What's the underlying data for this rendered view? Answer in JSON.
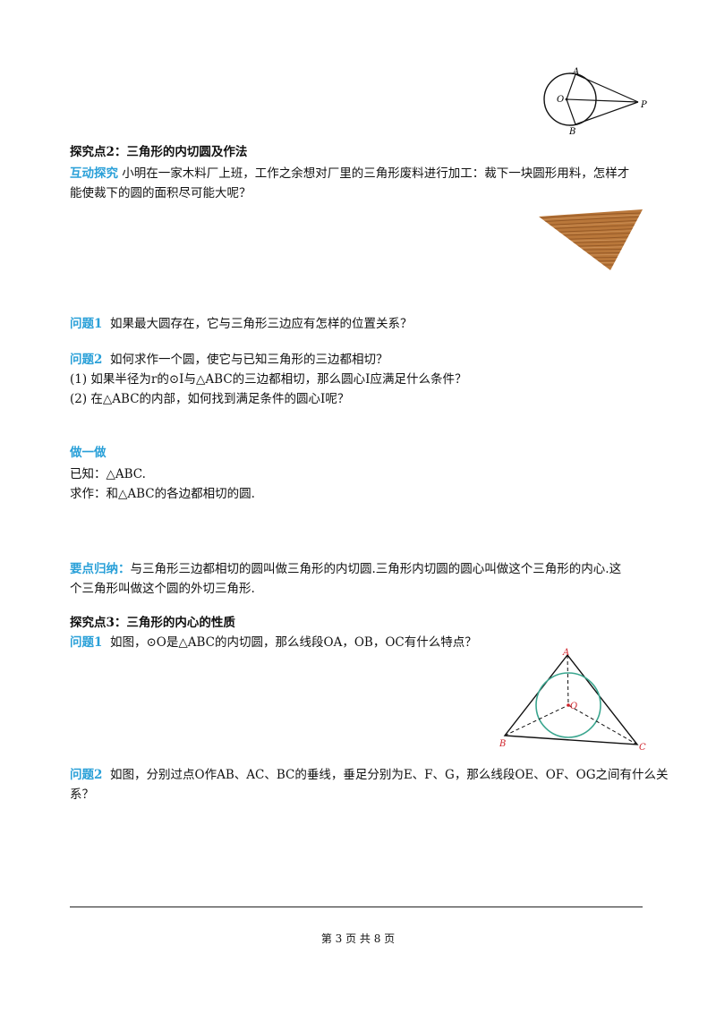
{
  "figures": {
    "tangent": {
      "labels": {
        "A": "A",
        "O": "O",
        "P": "P",
        "B": "B"
      }
    },
    "incircle": {
      "labels": {
        "A": "A",
        "O": "O",
        "B": "B",
        "C": "C"
      },
      "color_labels": "#d0222a",
      "color_circle": "#3aa68f"
    },
    "wood": {
      "color_base": "#b9773a",
      "color_grain": "#8f5424"
    }
  },
  "section2": {
    "title": "探究点2：三角形的内切圆及作法",
    "intro_label": "互动探究",
    "intro_line1": " 小明在一家木料厂上班，工作之余想对厂里的三角形废料进行加工：裁下一块圆形用料，怎样才",
    "intro_line2": "能使裁下的圆的面积尽可能大呢？",
    "q1_label": "问题1",
    "q1_text": "如果最大圆存在，它与三角形三边应有怎样的位置关系？",
    "q2_label": "问题2",
    "q2_text": "如何求作一个圆，使它与已知三角形的三边都相切？",
    "q2_sub1": "(1) 如果半径为r的⊙I与△ABC的三边都相切，那么圆心I应满足什么条件？",
    "q2_sub2": "(2) 在△ABC的内部，如何找到满足条件的圆心I呢？"
  },
  "doit": {
    "title": "做一做",
    "given": "已知：△ABC.",
    "construct": "求作：和△ABC的各边都相切的圆."
  },
  "summary": {
    "label": "要点归纳：",
    "line1": "与三角形三边都相切的圆叫做三角形的内切圆.三角形内切圆的圆心叫做这个三角形的内心.这",
    "line2": "个三角形叫做这个圆的外切三角形."
  },
  "section3": {
    "title": "探究点3：三角形的内心的性质",
    "q1_label": "问题1",
    "q1_text": "如图，⊙O是△ABC的内切圆，那么线段OA，OB，OC有什么特点？",
    "q2_label": "问题2",
    "q2_line1": "如图，分别过点O作AB、AC、BC的垂线，垂足分别为E、F、G，那么线段OE、OF、OG之间有什么关",
    "q2_line2": "系？"
  },
  "footer": {
    "page_text": "第 3 页  共 8 页"
  }
}
